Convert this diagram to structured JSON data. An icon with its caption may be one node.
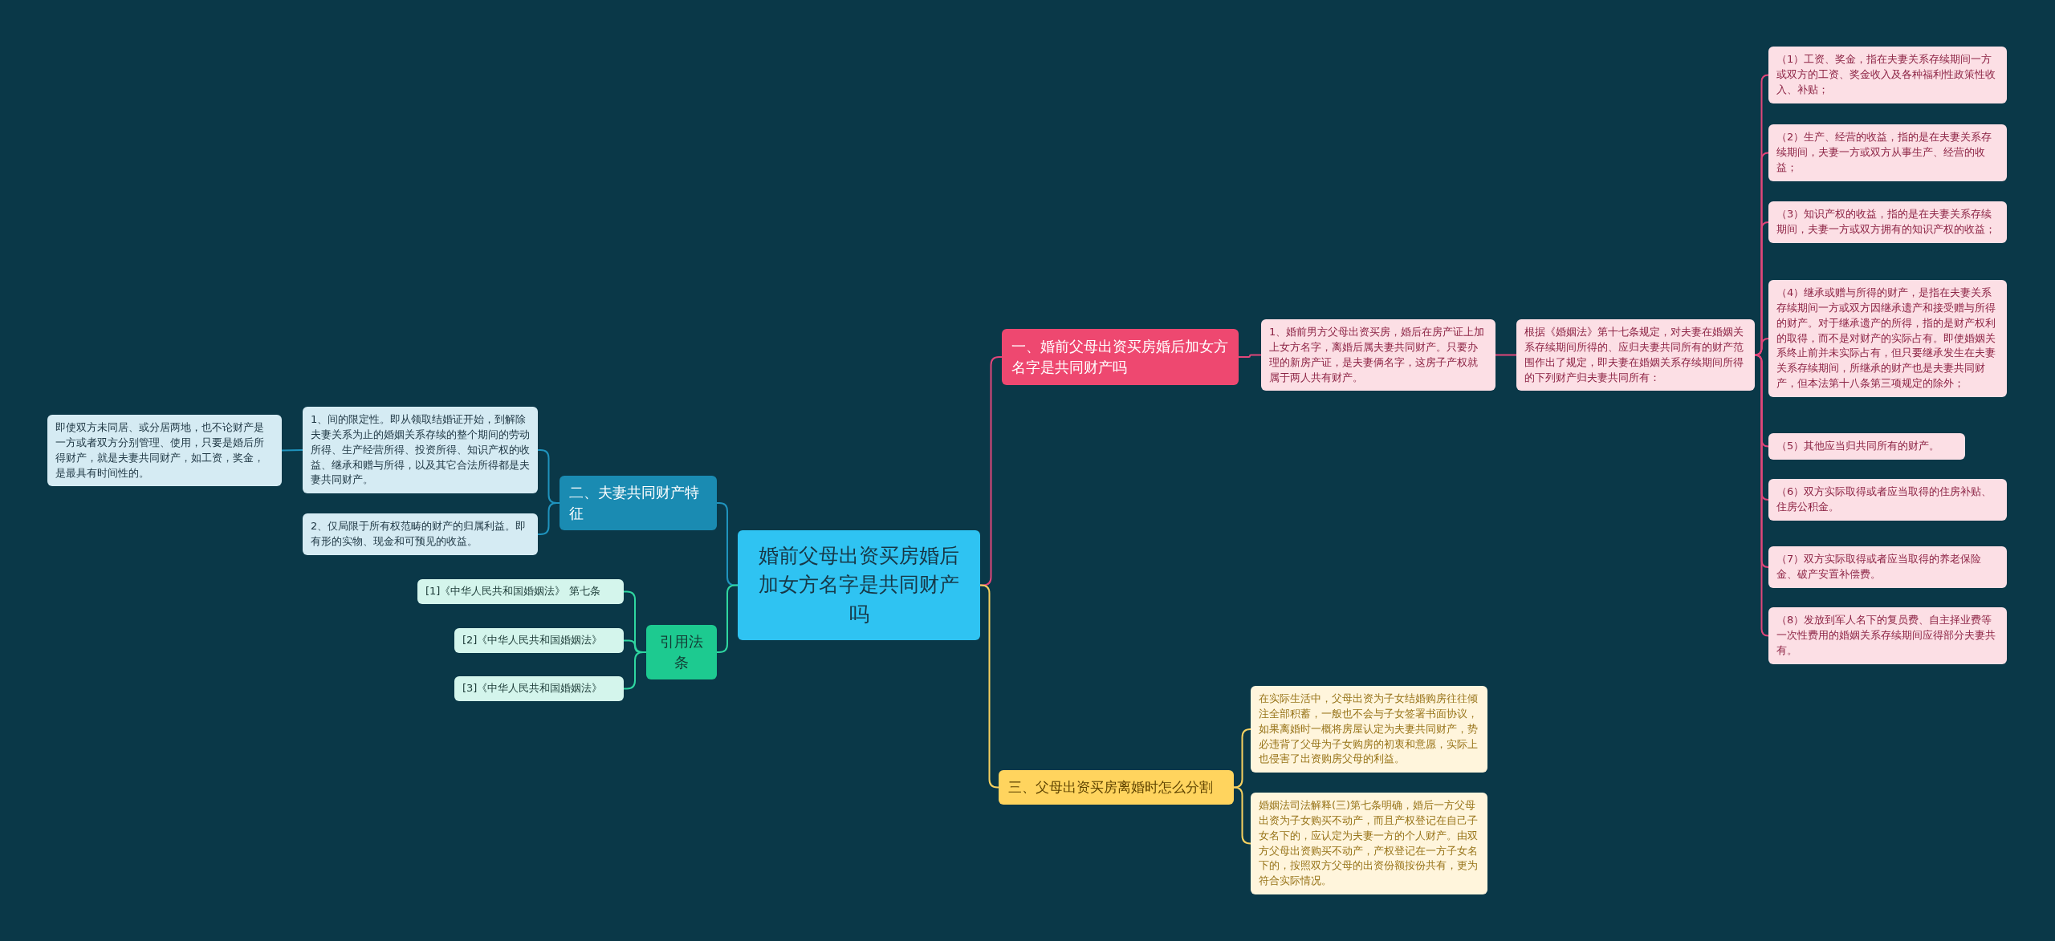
{
  "diagram": {
    "nodes": [
      {
        "text": [
          "婚前父母出资买房婚后加女方名字是共同财产吗"
        ]
      },
      {
        "text": [
          "一、婚前父母出资买房婚后加女方名字是共同财产吗"
        ]
      },
      {
        "text": [
          "1、婚前男方父母出资买房，婚后在房产证上加上女方名字，离婚后属夫妻共同财产。只要办理的新房产证，是夫妻俩名字，这房子产权就属于两人共有财产。"
        ]
      },
      {
        "text": [
          "根据《婚姻法》第十七条规定，对夫妻在婚姻关系存续期间所得的、应归夫妻共同所有的财产范围作出了规定，即夫妻在婚姻关系存续期间所得的下列财产归夫妻共同所有："
        ]
      },
      {
        "text": [
          "（1）工资、奖金，指在夫妻关系存续期间一方或双方的工资、奖金收入及各种福利性政策性收入、补贴；"
        ]
      },
      {
        "text": [
          "（2）生产、经营的收益，指的是在夫妻关系存续期间，夫妻一方或双方从事生产、经营的收益；"
        ]
      },
      {
        "text": [
          "（3）知识产权的收益，指的是在夫妻关系存续期间，夫妻一方或双方拥有的知识产权的收益；"
        ]
      },
      {
        "text": [
          "（4）继承或赠与所得的财产，是指在夫妻关系存续期间一方或双方因继承遗产和接受赠与所得的财产。对于继承遗产的所得，指的是财产权利的取得，而不是对财产的实际占有。即使婚姻关系终止前并未实际占有，但只要继承发生在夫妻关系存续期间，所继承的财产也是夫妻共同财产，但本法第十八条第三项规定的除外；"
        ]
      },
      {
        "text": [
          "（5）其他应当归共同所有的财产。"
        ]
      },
      {
        "text": [
          "（6）双方实际取得或者应当取得的住房补贴、住房公积金。"
        ]
      },
      {
        "text": [
          "（7）双方实际取得或者应当取得的养老保险金、破产安置补偿费。"
        ]
      },
      {
        "text": [
          "（8）发放到军人名下的复员费、自主择业费等一次性费用的婚姻关系存续期间应得部分夫妻共有。"
        ]
      },
      {
        "text": [
          "二、夫妻共同财产特征"
        ]
      },
      {
        "text": [
          "1、间的限定性。即从领取结婚证开始，到解除夫妻关系为止的婚姻关系存续的整个期间的劳动所得、生产经营所得、投资所得、知识产权的收益、继承和赠与所得，以及其它合法所得都是夫妻共同财产。"
        ]
      },
      {
        "text": [
          "即使双方未同居、或分居两地，也不论财产是一方或者双方分别管理、使用，只要是婚后所得财产，就是夫妻共同财产，如工资，奖金，是最具有时间性的。"
        ]
      },
      {
        "text": [
          "2、仅局限于所有权范畴的财产的归属利益。即有形的实物、现金和可预见的收益。"
        ]
      },
      {
        "text": [
          "引用法条"
        ]
      },
      {
        "text": [
          "[1]《中华人民共和国婚姻法》 第七条"
        ]
      },
      {
        "text": [
          "[2]《中华人民共和国婚姻法》"
        ]
      },
      {
        "text": [
          "[3]《中华人民共和国婚姻法》"
        ]
      },
      {
        "text": [
          "三、父母出资买房离婚时怎么分割"
        ]
      },
      {
        "text": [
          "在实际生活中，父母出资为子女结婚购房往往倾注全部积蓄，一般也不会与子女签署书面协议，如果离婚时一概将房屋认定为夫妻共同财产，势必违背了父母为子女购房的初衷和意愿，实际上也侵害了出资购房父母的利益。"
        ]
      },
      {
        "text": [
          "婚姻法司法解释(三)第七条明确，婚后一方父母出资为子女购买不动产，而且产权登记在自己子女名下的，应认定为夫妻一方的个人财产。由双方父母出资购买不动产，产权登记在一方子女名下的，按照双方父母的出资份额按份共有，更为符合实际情况。"
        ]
      }
    ],
    "edges": [
      {
        "from": 0,
        "to": 1,
        "arrow": "none"
      },
      {
        "from": 1,
        "to": 2,
        "arrow": "none"
      },
      {
        "from": 2,
        "to": 3,
        "arrow": "none"
      },
      {
        "from": 3,
        "to": 4,
        "arrow": "none"
      },
      {
        "from": 3,
        "to": 5,
        "arrow": "none"
      },
      {
        "from": 3,
        "to": 6,
        "arrow": "none"
      },
      {
        "from": 3,
        "to": 7,
        "arrow": "none"
      },
      {
        "from": 3,
        "to": 8,
        "arrow": "none"
      },
      {
        "from": 3,
        "to": 9,
        "arrow": "none"
      },
      {
        "from": 3,
        "to": 10,
        "arrow": "none"
      },
      {
        "from": 3,
        "to": 11,
        "arrow": "none"
      },
      {
        "from": 0,
        "to": 12,
        "arrow": "none",
        "color": "#1f93bd"
      },
      {
        "from": 12,
        "to": 13,
        "arrow": "none",
        "color": "#1f93bd"
      },
      {
        "from": 13,
        "to": 14,
        "arrow": "none",
        "color": "#1f93bd"
      },
      {
        "from": 12,
        "to": 15,
        "arrow": "none",
        "color": "#1f93bd"
      },
      {
        "from": 0,
        "to": 16,
        "arrow": "none",
        "color": "#2fd6a0"
      },
      {
        "from": 16,
        "to": 17,
        "arrow": "none",
        "color": "#2fd6a0"
      },
      {
        "from": 16,
        "to": 18,
        "arrow": "none",
        "color": "#2fd6a0"
      },
      {
        "from": 16,
        "to": 19,
        "arrow": "none",
        "color": "#2fd6a0"
      },
      {
        "from": 0,
        "to": 20,
        "arrow": "none",
        "color": "#f7d160"
      },
      {
        "from": 20,
        "to": 21,
        "arrow": "none",
        "color": "#f7d160"
      },
      {
        "from": 20,
        "to": 22,
        "arrow": "none",
        "color": "#f7d160"
      }
    ]
  }
}
